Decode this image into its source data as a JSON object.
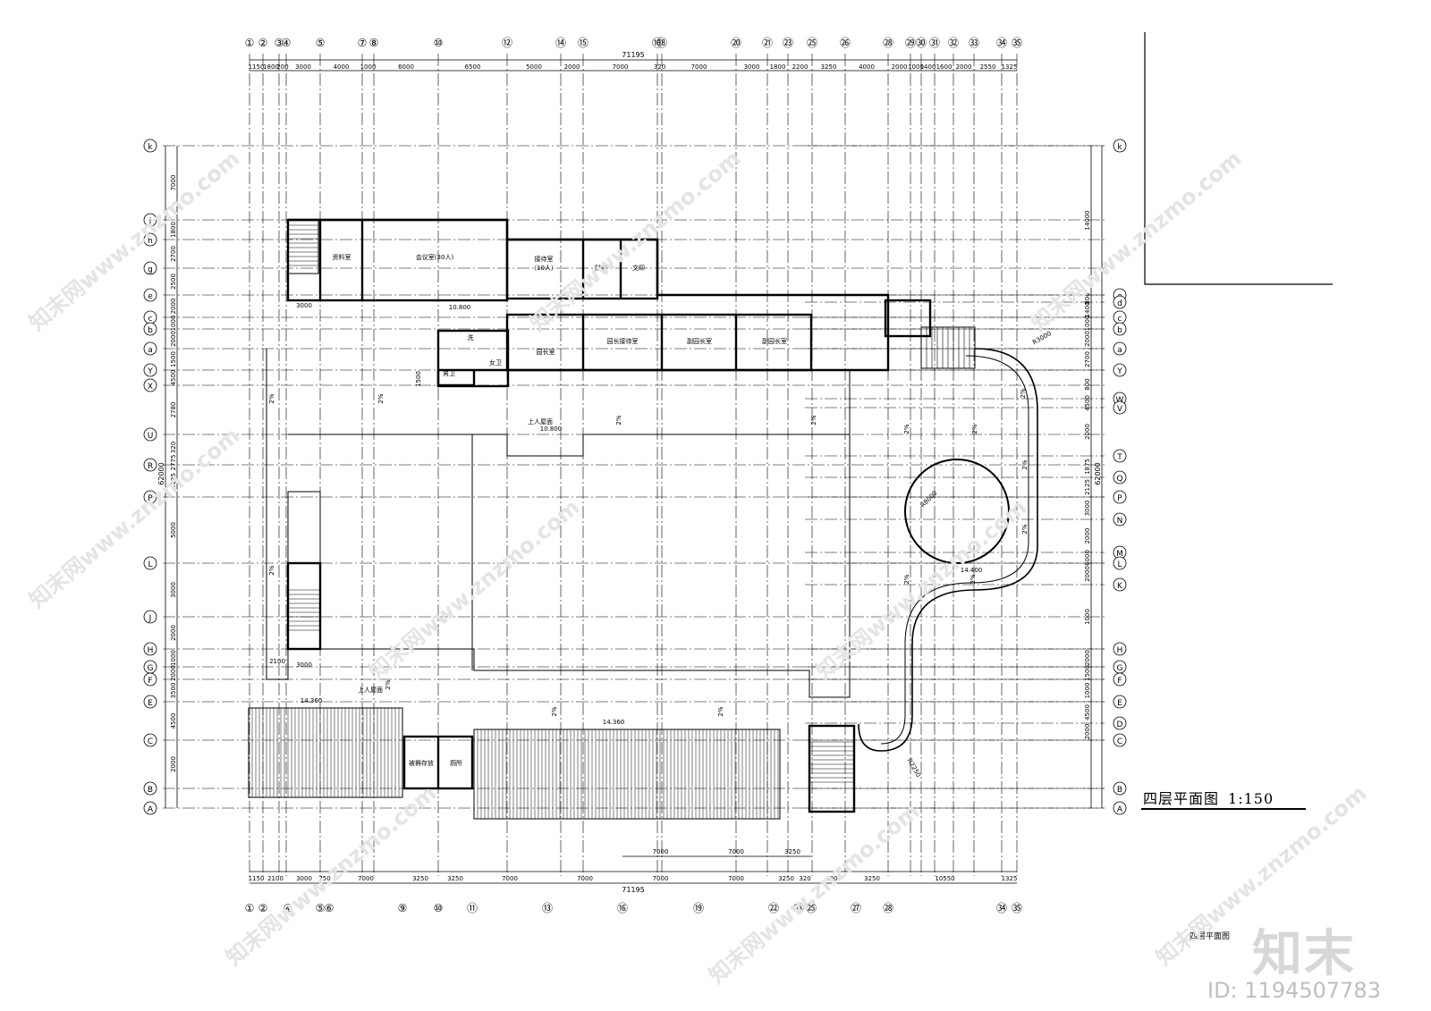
{
  "drawing": {
    "title": "四层平面图",
    "scale": "1:150",
    "small_caption": "四层平面图",
    "total_dimension_top": "71195",
    "total_dimension_bottom": "71195",
    "total_dimension_left": "62000",
    "total_dimension_right": "62000"
  },
  "watermark": {
    "logo": "知末",
    "id_text": "ID: 1194507783",
    "site_text": "知末网www.znzmo.com"
  },
  "grid_top": [
    "①",
    "②",
    "③",
    "④",
    "⑤",
    "⑦",
    "⑧",
    "⑩",
    "⑫",
    "⑭",
    "⑮",
    "⑯",
    "⑱",
    "⑳",
    "㉑",
    "㉓",
    "㉕",
    "㉖",
    "㉘",
    "㉙",
    "㉚",
    "㉛",
    "㉜",
    "㉝",
    "㉞",
    "㉟"
  ],
  "grid_bottom": [
    "①",
    "②",
    "④",
    "⑤",
    "⑥",
    "⑨",
    "⑩",
    "⑪",
    "⑬",
    "⑯",
    "⑲",
    "㉒",
    "㉔",
    "㉕",
    "㉗",
    "㉘",
    "㉞",
    "㉟"
  ],
  "grid_left": [
    "k",
    "j",
    "h",
    "g",
    "e",
    "c",
    "b",
    "a",
    "Y",
    "X",
    "U",
    "R",
    "P",
    "L",
    "J",
    "H",
    "G",
    "F",
    "E",
    "C",
    "B",
    "A"
  ],
  "grid_right": [
    "k",
    "e",
    "d",
    "c",
    "b",
    "a",
    "Y",
    "W",
    "V",
    "T",
    "Q",
    "P",
    "N",
    "M",
    "L",
    "K",
    "H",
    "G",
    "F",
    "E",
    "D",
    "C",
    "B",
    "A"
  ],
  "dims_top": [
    "1150",
    "1800",
    "200",
    "3000",
    "4000",
    "1000",
    "6000",
    "6500",
    "5000",
    "2000",
    "7000",
    "320",
    "7000",
    "3000",
    "1800",
    "2200",
    "3250",
    "4000",
    "2000",
    "1000",
    "1400",
    "1600",
    "2000",
    "2550",
    "1325"
  ],
  "dims_bottom": [
    "1150",
    "2100",
    "3000",
    "750",
    "7000",
    "3250",
    "3250",
    "7000",
    "7000",
    "7000",
    "7000",
    "3250",
    "320",
    "4000",
    "3250",
    "10550",
    "1325"
  ],
  "dims_bottom_inner": [
    "7000",
    "7000",
    "3250"
  ],
  "dims_left": [
    "7000",
    "1800",
    "2700",
    "2500",
    "2000",
    "1000",
    "2000",
    "1500",
    "4500",
    "2780",
    "320",
    "2775",
    "6125",
    "5000",
    "3000",
    "2000",
    "1000",
    "2000",
    "3500",
    "4500",
    "2000"
  ],
  "dims_right": [
    "14000",
    "800",
    "1400",
    "1000",
    "2000",
    "2700",
    "800",
    "4500",
    "2000",
    "1875",
    "2125",
    "3000",
    "2000",
    "6000",
    "2000",
    "1000",
    "2000",
    "1500",
    "1000",
    "4500",
    "2000"
  ],
  "rooms": {
    "archive": "资料室",
    "meeting": "会议室(30人)",
    "reception": "接待室",
    "reception_cap": "（10人）",
    "finance": "财务",
    "print": "文印",
    "director": "园长室",
    "director_reception": "园长接待室",
    "vice_director_1": "副园长室",
    "vice_director_2": "副园长室",
    "male_wc": "男卫",
    "female_wc": "女卫",
    "washroom": "洗",
    "roof_access_1": "上人屋面",
    "roof_access_2": "上人屋面",
    "bedding_storage": "被褥存放",
    "toilet": "厕所"
  },
  "levels": {
    "lv1": "10.800",
    "lv2": "10.800",
    "lv3": "14.360",
    "lv4": "14.360",
    "lv5": "14.400"
  },
  "slope": "2%",
  "radius_labels": {
    "r1": "R8000",
    "r2": "R3000",
    "r3": "R2250"
  },
  "stair_dims": {
    "d1": "3000",
    "d2": "2100",
    "d3": "3000",
    "d4": "1500"
  }
}
